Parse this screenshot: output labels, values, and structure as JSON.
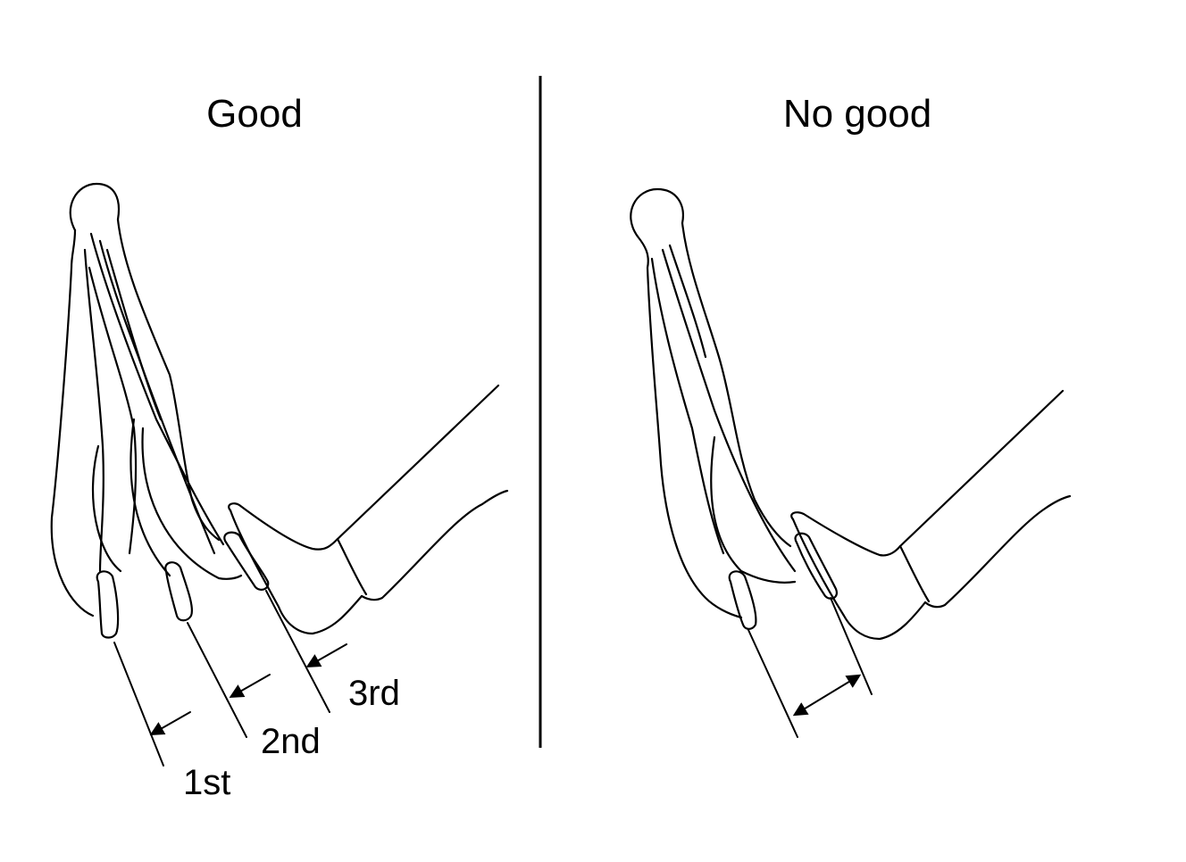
{
  "panels": {
    "left": {
      "heading": "Good",
      "steps": [
        "1st",
        "2nd",
        "3rd"
      ]
    },
    "right": {
      "heading": "No good"
    }
  }
}
